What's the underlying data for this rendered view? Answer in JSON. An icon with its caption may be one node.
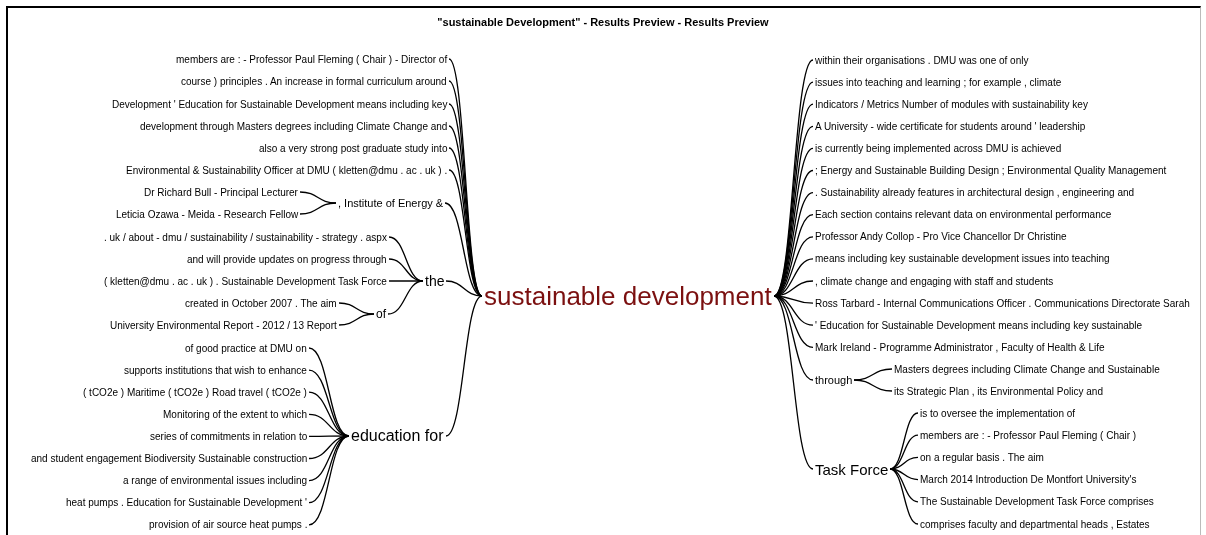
{
  "diagram": {
    "title": "\"sustainable Development\" - Results Preview - Results Preview",
    "nodes": [
      {
        "text": [
          "members are : - Professor Paul Fleming ( Chair ) - Director of"
        ]
      },
      {
        "text": [
          "course ) principles . An increase in formal curriculum around"
        ]
      },
      {
        "text": [
          "Development ' Education for Sustainable Development means including key"
        ]
      },
      {
        "text": [
          "development through Masters degrees including Climate Change and"
        ]
      },
      {
        "text": [
          "also a very strong post graduate study into"
        ]
      },
      {
        "text": [
          "Environmental & Sustainability Officer at DMU ( kletten@dmu . ac . uk ) ."
        ]
      },
      {
        "text": [
          "Dr Richard Bull - Principal Lecturer"
        ]
      },
      {
        "text": [
          "Leticia Ozawa - Meida - Research Fellow"
        ]
      },
      {
        "text": [
          ", Institute of Energy &"
        ]
      },
      {
        "text": [
          ". uk / about - dmu / sustainability / sustainability - strategy . aspx"
        ]
      },
      {
        "text": [
          "and will provide updates on progress through"
        ]
      },
      {
        "text": [
          "( kletten@dmu . ac . uk ) . Sustainable Development Task Force"
        ]
      },
      {
        "text": [
          "created in October 2007 . The aim"
        ]
      },
      {
        "text": [
          "University Environmental Report - 2012 / 13 Report"
        ]
      },
      {
        "text": [
          "of"
        ]
      },
      {
        "text": [
          "the"
        ]
      },
      {
        "text": [
          "of good practice at DMU on"
        ]
      },
      {
        "text": [
          "supports institutions that wish to enhance"
        ]
      },
      {
        "text": [
          "( tCO2e ) Maritime ( tCO2e ) Road travel ( tCO2e )"
        ]
      },
      {
        "text": [
          "Monitoring of the extent to which"
        ]
      },
      {
        "text": [
          "series of commitments in relation to"
        ]
      },
      {
        "text": [
          "and student engagement Biodiversity Sustainable construction"
        ]
      },
      {
        "text": [
          "a range of environmental issues including"
        ]
      },
      {
        "text": [
          "heat pumps . Education for Sustainable Development '"
        ]
      },
      {
        "text": [
          "provision of air source heat pumps ."
        ]
      },
      {
        "text": [
          "education for"
        ]
      },
      {
        "text": [
          "sustainable development"
        ]
      },
      {
        "text": [
          "within their organisations . DMU was one of only"
        ]
      },
      {
        "text": [
          "issues into teaching and learning ; for example , climate"
        ]
      },
      {
        "text": [
          "Indicators / Metrics Number of modules with sustainability key"
        ]
      },
      {
        "text": [
          "A University - wide certificate for students around ' leadership"
        ]
      },
      {
        "text": [
          "is currently being implemented across DMU is achieved"
        ]
      },
      {
        "text": [
          "; Energy and Sustainable Building Design ; Environmental Quality Management"
        ]
      },
      {
        "text": [
          ". Sustainability already features in architectural design , engineering and"
        ]
      },
      {
        "text": [
          "Each section contains relevant data on environmental performance"
        ]
      },
      {
        "text": [
          "Professor Andy Collop - Pro Vice Chancellor Dr Christine"
        ]
      },
      {
        "text": [
          "means including key sustainable development issues into teaching"
        ]
      },
      {
        "text": [
          ", climate change and engaging with staff and students"
        ]
      },
      {
        "text": [
          "Ross Tarbard - Internal Communications Officer . Communications Directorate Sarah"
        ]
      },
      {
        "text": [
          "' Education for Sustainable Development means including key sustainable"
        ]
      },
      {
        "text": [
          "Mark Ireland - Programme Administrator , Faculty of Health & Life"
        ]
      },
      {
        "text": [
          "through"
        ]
      },
      {
        "text": [
          "Masters degrees including Climate Change and Sustainable"
        ]
      },
      {
        "text": [
          "its Strategic Plan , its Environmental Policy and"
        ]
      },
      {
        "text": [
          "Task Force"
        ]
      },
      {
        "text": [
          "is to oversee the implementation of"
        ]
      },
      {
        "text": [
          "members are : - Professor Paul Fleming ( Chair )"
        ]
      },
      {
        "text": [
          "on a regular basis . The aim"
        ]
      },
      {
        "text": [
          "March 2014 Introduction De Montfort University's"
        ]
      },
      {
        "text": [
          "The Sustainable Development Task Force comprises"
        ]
      },
      {
        "text": [
          "comprises faculty and departmental heads , Estates"
        ]
      }
    ],
    "edges": [
      {
        "from": 0,
        "to": 26,
        "arrow": "none"
      },
      {
        "from": 1,
        "to": 26,
        "arrow": "none"
      },
      {
        "from": 2,
        "to": 26,
        "arrow": "none"
      },
      {
        "from": 3,
        "to": 26,
        "arrow": "none"
      },
      {
        "from": 4,
        "to": 26,
        "arrow": "none"
      },
      {
        "from": 5,
        "to": 26,
        "arrow": "none"
      },
      {
        "from": 6,
        "to": 8,
        "arrow": "none"
      },
      {
        "from": 7,
        "to": 8,
        "arrow": "none"
      },
      {
        "from": 8,
        "to": 26,
        "arrow": "none"
      },
      {
        "from": 9,
        "to": 15,
        "arrow": "none"
      },
      {
        "from": 10,
        "to": 15,
        "arrow": "none"
      },
      {
        "from": 11,
        "to": 15,
        "arrow": "none"
      },
      {
        "from": 12,
        "to": 14,
        "arrow": "none"
      },
      {
        "from": 13,
        "to": 14,
        "arrow": "none"
      },
      {
        "from": 14,
        "to": 15,
        "arrow": "none"
      },
      {
        "from": 15,
        "to": 26,
        "arrow": "none"
      },
      {
        "from": 16,
        "to": 25,
        "arrow": "none"
      },
      {
        "from": 17,
        "to": 25,
        "arrow": "none"
      },
      {
        "from": 18,
        "to": 25,
        "arrow": "none"
      },
      {
        "from": 19,
        "to": 25,
        "arrow": "none"
      },
      {
        "from": 20,
        "to": 25,
        "arrow": "none"
      },
      {
        "from": 21,
        "to": 25,
        "arrow": "none"
      },
      {
        "from": 22,
        "to": 25,
        "arrow": "none"
      },
      {
        "from": 23,
        "to": 25,
        "arrow": "none"
      },
      {
        "from": 24,
        "to": 25,
        "arrow": "none"
      },
      {
        "from": 25,
        "to": 26,
        "arrow": "none"
      },
      {
        "from": 26,
        "to": 27,
        "arrow": "none"
      },
      {
        "from": 26,
        "to": 28,
        "arrow": "none"
      },
      {
        "from": 26,
        "to": 29,
        "arrow": "none"
      },
      {
        "from": 26,
        "to": 30,
        "arrow": "none"
      },
      {
        "from": 26,
        "to": 31,
        "arrow": "none"
      },
      {
        "from": 26,
        "to": 32,
        "arrow": "none"
      },
      {
        "from": 26,
        "to": 33,
        "arrow": "none"
      },
      {
        "from": 26,
        "to": 34,
        "arrow": "none"
      },
      {
        "from": 26,
        "to": 35,
        "arrow": "none"
      },
      {
        "from": 26,
        "to": 36,
        "arrow": "none"
      },
      {
        "from": 26,
        "to": 37,
        "arrow": "none"
      },
      {
        "from": 26,
        "to": 38,
        "arrow": "none"
      },
      {
        "from": 26,
        "to": 39,
        "arrow": "none"
      },
      {
        "from": 26,
        "to": 40,
        "arrow": "none"
      },
      {
        "from": 26,
        "to": 41,
        "arrow": "none"
      },
      {
        "from": 41,
        "to": 42,
        "arrow": "none"
      },
      {
        "from": 41,
        "to": 43,
        "arrow": "none"
      },
      {
        "from": 26,
        "to": 44,
        "arrow": "none"
      },
      {
        "from": 44,
        "to": 45,
        "arrow": "none"
      },
      {
        "from": 44,
        "to": 46,
        "arrow": "none"
      },
      {
        "from": 44,
        "to": 47,
        "arrow": "none"
      },
      {
        "from": 44,
        "to": 48,
        "arrow": "none"
      },
      {
        "from": 44,
        "to": 49,
        "arrow": "none"
      },
      {
        "from": 44,
        "to": 50,
        "arrow": "none"
      }
    ]
  }
}
